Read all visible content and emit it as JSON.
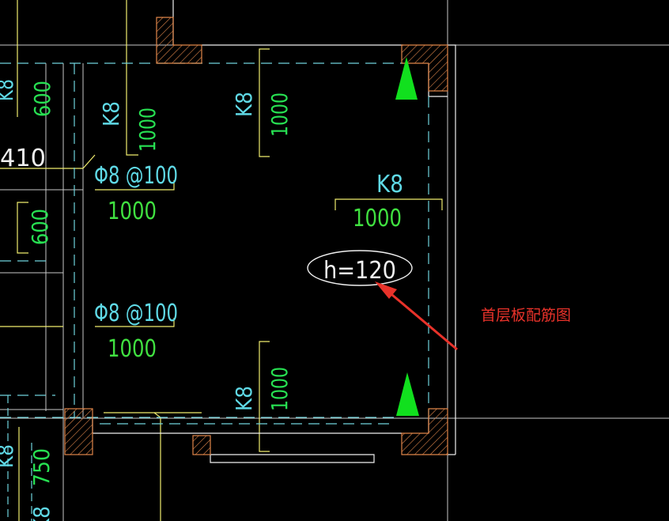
{
  "drawing": {
    "slab_thickness": "h=120",
    "annotation": "首层板配筋图",
    "labels": {
      "k8": "K8",
      "len_1000": "1000",
      "len_600": "600",
      "len_750": "750",
      "len_410": "410",
      "phi_spec": "Φ8 @100"
    }
  },
  "colors": {
    "background": "#000000",
    "rebar_yellow": "#f0ec6e",
    "text_cyan": "#5fd9e6",
    "text_green": "#40e040",
    "dimension_green": "#27e052",
    "wall_orange": "#e0864a",
    "axis_white": "#f0f0f0",
    "dashed_cyan": "#6fd3dc",
    "thin_gray": "#c8c8c8",
    "arrow_red": "#e8322a",
    "triangle_green": "#11e01e"
  }
}
